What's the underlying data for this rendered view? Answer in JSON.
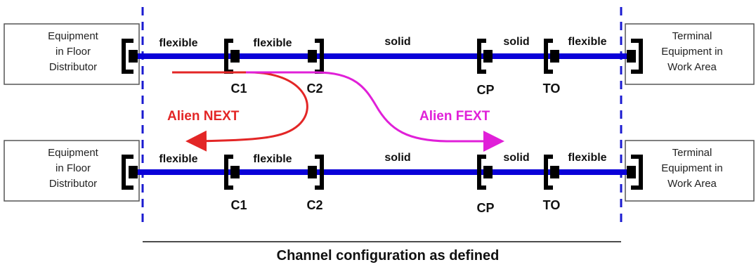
{
  "colors": {
    "cable": "#0a00d8",
    "dashed_boundary": "#1a1ad0",
    "connector": "#000000",
    "alien_next": "#e32626",
    "alien_fext": "#e020d8",
    "box_border": "#555555"
  },
  "rows": [
    {
      "left_box": [
        "Equipment",
        "in Floor",
        "Distributor"
      ],
      "right_box": [
        "Terminal",
        "Equipment in",
        "Work Area"
      ],
      "segments": [
        "flexible",
        "flexible",
        "solid",
        "solid",
        "flexible"
      ],
      "connectors": [
        "C1",
        "C2",
        "CP",
        "TO"
      ]
    },
    {
      "left_box": [
        "Equipment",
        "in Floor",
        "Distributor"
      ],
      "right_box": [
        "Terminal",
        "Equipment in",
        "Work Area"
      ],
      "segments": [
        "flexible",
        "flexible",
        "solid",
        "solid",
        "flexible"
      ],
      "connectors": [
        "C1",
        "C2",
        "CP",
        "TO"
      ]
    }
  ],
  "alien_next_label": "Alien NEXT",
  "alien_fext_label": "Alien FEXT",
  "caption": "Channel configuration as defined"
}
